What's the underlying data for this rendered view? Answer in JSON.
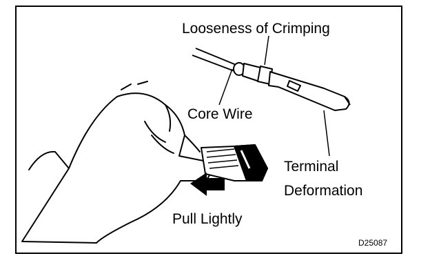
{
  "labels": {
    "looseness": "Looseness of Crimping",
    "core_wire": "Core Wire",
    "terminal_line1": "Terminal",
    "terminal_line2": "Deformation",
    "pull": "Pull Lightly",
    "code": "D25087"
  },
  "icons": [
    "hand-icon",
    "connector-icon",
    "terminal-icon",
    "wire-icon",
    "pull-arrow-icon"
  ],
  "colors": {
    "ink": "#000000",
    "paper": "#ffffff"
  }
}
